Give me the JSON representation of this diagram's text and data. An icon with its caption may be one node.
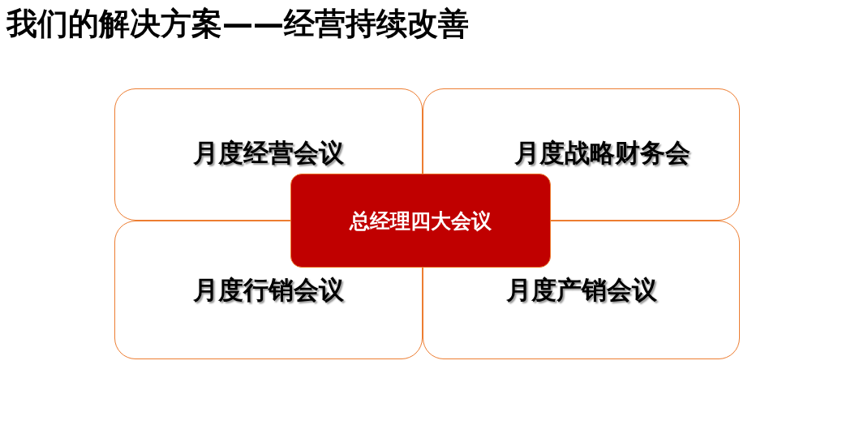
{
  "diagram": {
    "title": "我们的解决方案——经营持续改善",
    "nodes": [
      {
        "text": [
          "月度经营会议"
        ]
      },
      {
        "text": [
          "月度战略财务会"
        ]
      },
      {
        "text": [
          "月度行销会议"
        ]
      },
      {
        "text": [
          "月度产销会议"
        ]
      },
      {
        "text": [
          "总经理四大会议"
        ]
      }
    ]
  }
}
